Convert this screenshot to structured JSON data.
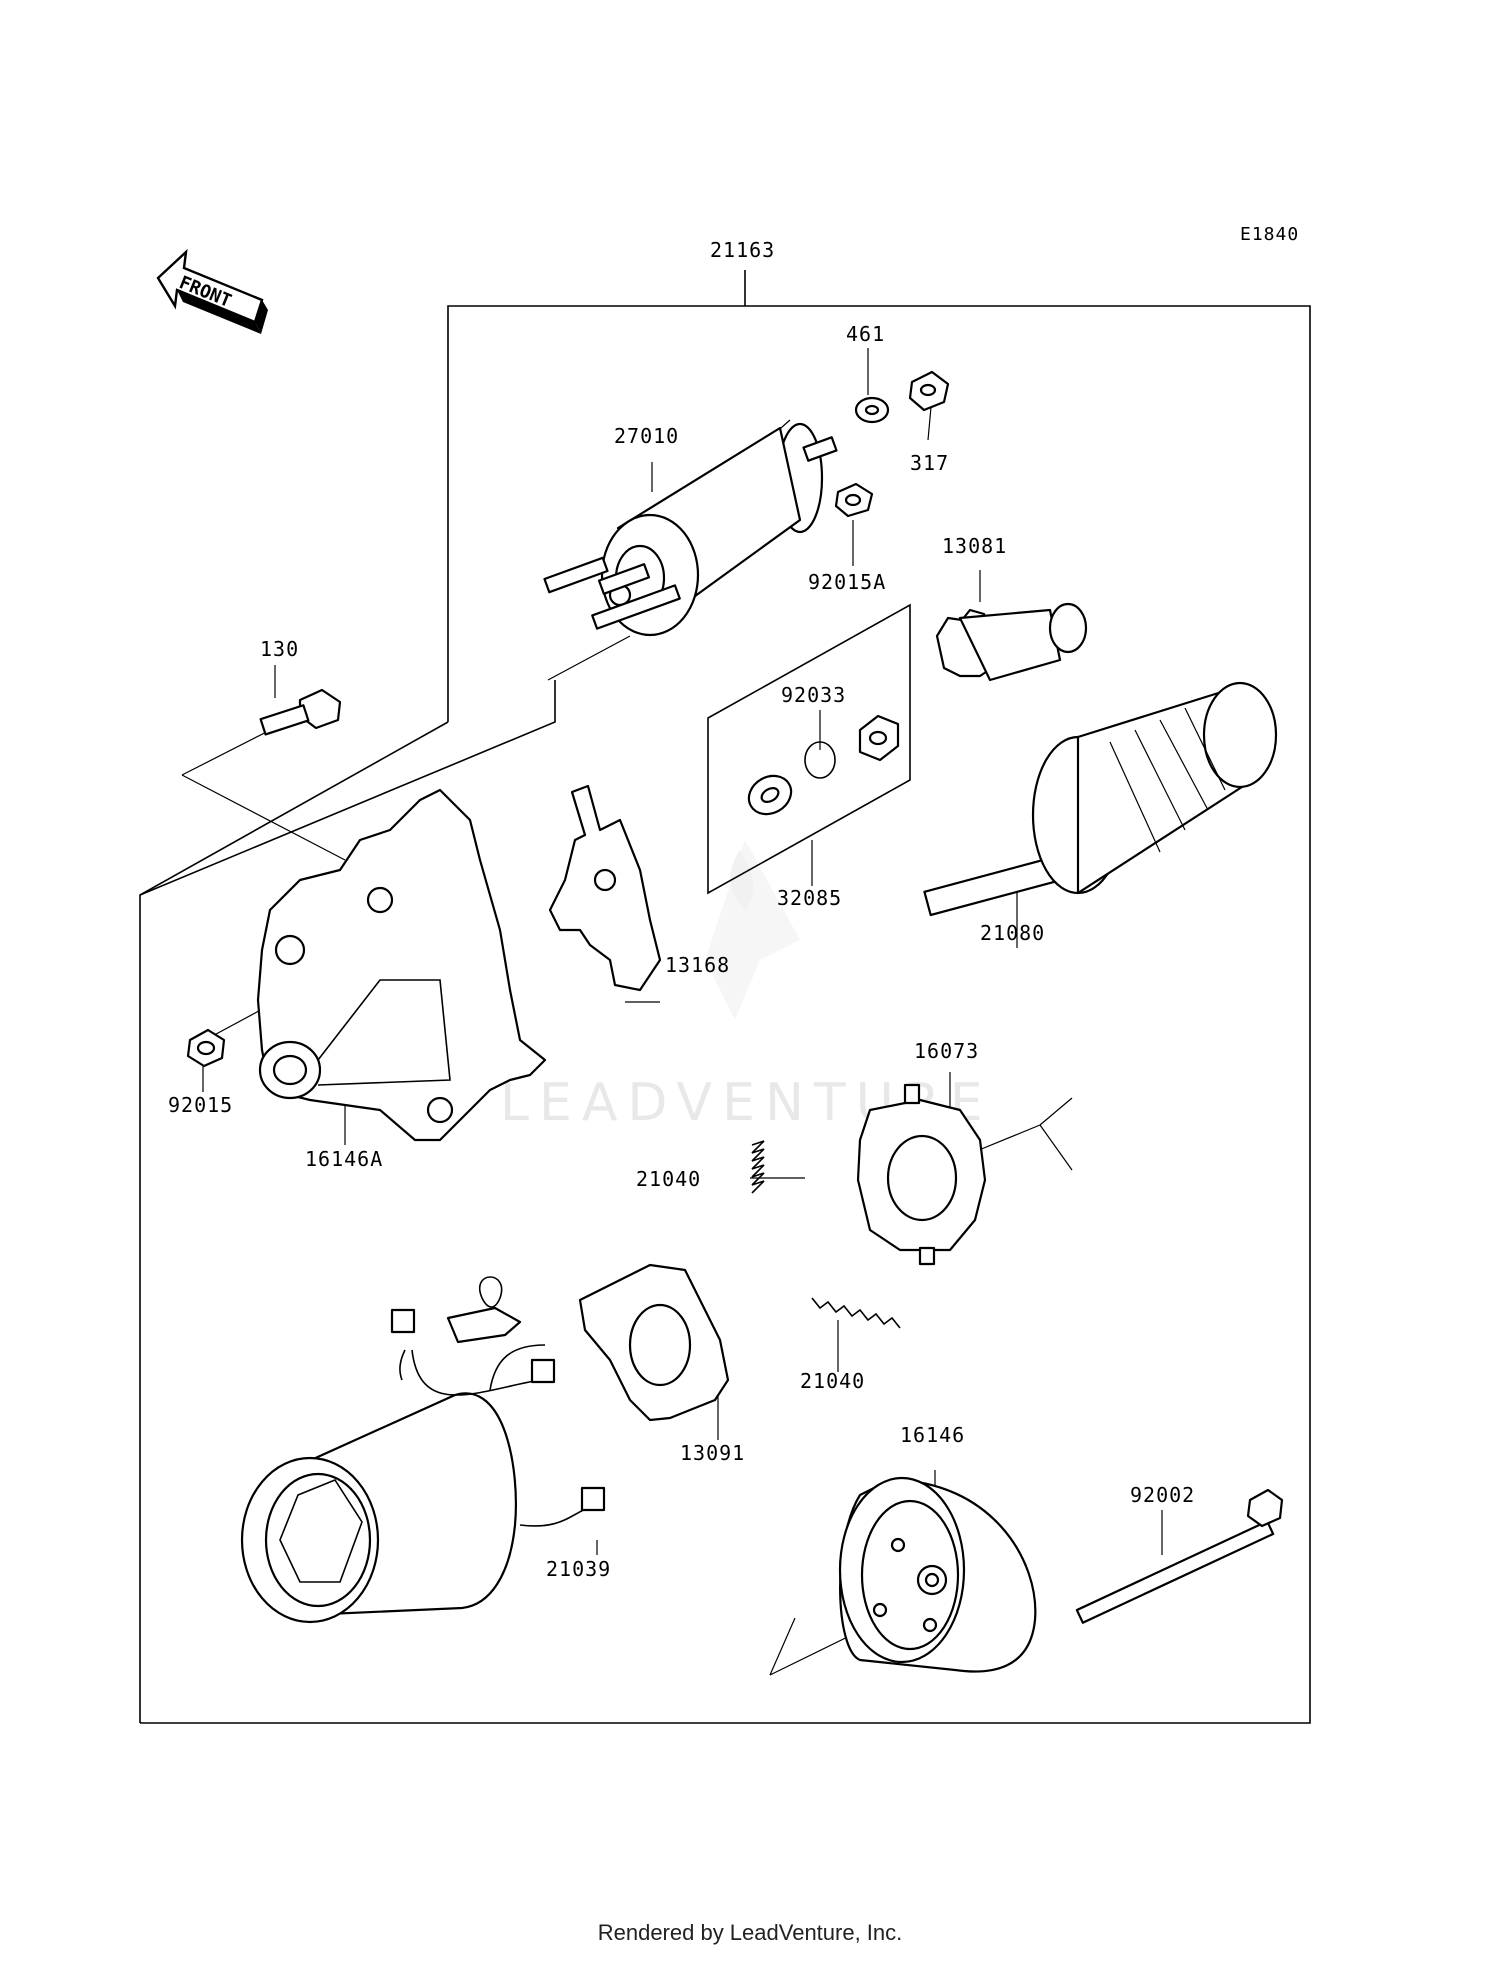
{
  "diagram_code": "E1840",
  "front_label": "FRONT",
  "watermark": "LEADVENTURE",
  "footer": "Rendered by LeadVenture, Inc.",
  "parts": {
    "p21163": "21163",
    "p461": "461",
    "p317": "317",
    "p27010": "27010",
    "p92015A": "92015A",
    "p13081": "13081",
    "p130": "130",
    "p92033": "92033",
    "p32085": "32085",
    "p21080": "21080",
    "p13168": "13168",
    "p92015": "92015",
    "p16146A": "16146A",
    "p16073": "16073",
    "p21040a": "21040",
    "p21040b": "21040",
    "p13091": "13091",
    "p16146": "16146",
    "p92002": "92002",
    "p21039": "21039"
  }
}
